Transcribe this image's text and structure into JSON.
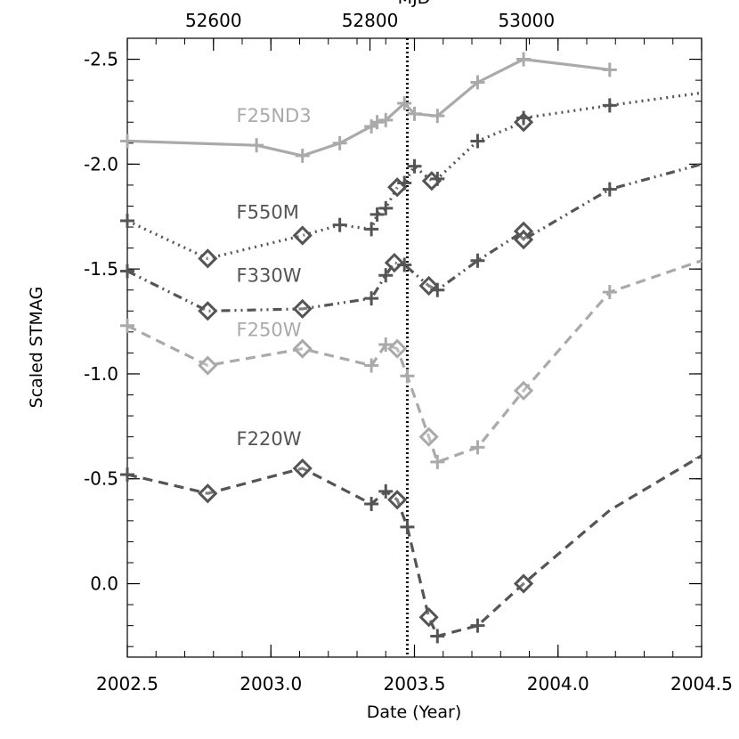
{
  "chart_data": {
    "type": "line",
    "title": "",
    "xlabel": "Date (Year)",
    "ylabel": "Scaled STMAG",
    "x2label": "MJD",
    "xlim": [
      2002.5,
      2004.5
    ],
    "ylim": [
      0.35,
      -2.6
    ],
    "xticks": [
      2002.5,
      2003.0,
      2003.5,
      2004.0,
      2004.5
    ],
    "xtick_labels": [
      "2002.5",
      "2003.0",
      "2003.5",
      "2004.0",
      "2004.5"
    ],
    "yticks": [
      0.0,
      -0.5,
      -1.0,
      -1.5,
      -2.0,
      -2.5
    ],
    "ytick_labels": [
      "0.0",
      "-0.5",
      "-1.0",
      "-1.5",
      "-2.0",
      "-2.5"
    ],
    "x2ticks": [
      2002.8,
      2003.345,
      2003.89
    ],
    "x2tick_labels": [
      "52600",
      "52800",
      "53000"
    ],
    "vline_x": 2003.475,
    "grid": false,
    "series": [
      {
        "name": "F25ND3",
        "color": "#aaaaaa",
        "dash": "solid",
        "label_x": 2002.88,
        "label_y": -2.2,
        "points": [
          {
            "x": 2002.5,
            "y": -2.11,
            "m": "plus"
          },
          {
            "x": 2002.95,
            "y": -2.09,
            "m": "plus"
          },
          {
            "x": 2003.11,
            "y": -2.04,
            "m": "plus"
          },
          {
            "x": 2003.24,
            "y": -2.1,
            "m": "plus"
          },
          {
            "x": 2003.35,
            "y": -2.18,
            "m": "plus"
          },
          {
            "x": 2003.37,
            "y": -2.2,
            "m": "plus"
          },
          {
            "x": 2003.4,
            "y": -2.21,
            "m": "plus"
          },
          {
            "x": 2003.465,
            "y": -2.29,
            "m": "plus"
          },
          {
            "x": 2003.5,
            "y": -2.24,
            "m": "plus"
          },
          {
            "x": 2003.58,
            "y": -2.23,
            "m": "plus"
          },
          {
            "x": 2003.72,
            "y": -2.39,
            "m": "plus"
          },
          {
            "x": 2003.88,
            "y": -2.5,
            "m": "plus"
          },
          {
            "x": 2004.18,
            "y": -2.45,
            "m": "plus"
          }
        ]
      },
      {
        "name": "F550M",
        "color": "#555555",
        "dash": "dotted",
        "label_x": 2002.88,
        "label_y": -1.74,
        "points": [
          {
            "x": 2002.5,
            "y": -1.73,
            "m": "plus"
          },
          {
            "x": 2002.78,
            "y": -1.55,
            "m": "diamond"
          },
          {
            "x": 2003.11,
            "y": -1.66,
            "m": "diamond"
          },
          {
            "x": 2003.24,
            "y": -1.71,
            "m": "plus"
          },
          {
            "x": 2003.35,
            "y": -1.69,
            "m": "plus"
          },
          {
            "x": 2003.37,
            "y": -1.76,
            "m": "plus"
          },
          {
            "x": 2003.4,
            "y": -1.79,
            "m": "plus"
          },
          {
            "x": 2003.44,
            "y": -1.89,
            "m": "diamond"
          },
          {
            "x": 2003.465,
            "y": -1.91,
            "m": "plus"
          },
          {
            "x": 2003.5,
            "y": -1.99,
            "m": "plus"
          },
          {
            "x": 2003.56,
            "y": -1.92,
            "m": "diamond"
          },
          {
            "x": 2003.58,
            "y": -1.93,
            "m": "plus"
          },
          {
            "x": 2003.72,
            "y": -2.11,
            "m": "plus"
          },
          {
            "x": 2003.88,
            "y": -2.2,
            "m": "diamond"
          },
          {
            "x": 2003.88,
            "y": -2.22,
            "m": "plus"
          },
          {
            "x": 2004.18,
            "y": -2.28,
            "m": "plus"
          },
          {
            "x": 2004.5,
            "y": -2.34,
            "m": "none"
          }
        ]
      },
      {
        "name": "F330W",
        "color": "#555555",
        "dash": "dashdotdot",
        "label_x": 2002.88,
        "label_y": -1.44,
        "points": [
          {
            "x": 2002.5,
            "y": -1.49,
            "m": "plus"
          },
          {
            "x": 2002.78,
            "y": -1.3,
            "m": "diamond"
          },
          {
            "x": 2003.11,
            "y": -1.31,
            "m": "diamond"
          },
          {
            "x": 2003.35,
            "y": -1.36,
            "m": "plus"
          },
          {
            "x": 2003.4,
            "y": -1.47,
            "m": "plus"
          },
          {
            "x": 2003.43,
            "y": -1.53,
            "m": "diamond"
          },
          {
            "x": 2003.465,
            "y": -1.52,
            "m": "plus"
          },
          {
            "x": 2003.55,
            "y": -1.42,
            "m": "diamond"
          },
          {
            "x": 2003.58,
            "y": -1.4,
            "m": "plus"
          },
          {
            "x": 2003.72,
            "y": -1.54,
            "m": "plus"
          },
          {
            "x": 2003.88,
            "y": -1.68,
            "m": "diamond"
          },
          {
            "x": 2003.88,
            "y": -1.64,
            "m": "diamond"
          },
          {
            "x": 2004.18,
            "y": -1.88,
            "m": "plus"
          },
          {
            "x": 2004.5,
            "y": -2.0,
            "m": "none"
          }
        ]
      },
      {
        "name": "F250W",
        "color": "#aaaaaa",
        "dash": "dashed",
        "label_x": 2002.88,
        "label_y": -1.18,
        "points": [
          {
            "x": 2002.5,
            "y": -1.23,
            "m": "plus"
          },
          {
            "x": 2002.78,
            "y": -1.04,
            "m": "diamond"
          },
          {
            "x": 2003.11,
            "y": -1.12,
            "m": "diamond"
          },
          {
            "x": 2003.35,
            "y": -1.04,
            "m": "plus"
          },
          {
            "x": 2003.4,
            "y": -1.14,
            "m": "plus"
          },
          {
            "x": 2003.44,
            "y": -1.12,
            "m": "diamond"
          },
          {
            "x": 2003.475,
            "y": -0.99,
            "m": "plus"
          },
          {
            "x": 2003.55,
            "y": -0.7,
            "m": "diamond"
          },
          {
            "x": 2003.58,
            "y": -0.58,
            "m": "plus"
          },
          {
            "x": 2003.72,
            "y": -0.65,
            "m": "plus"
          },
          {
            "x": 2003.88,
            "y": -0.92,
            "m": "diamond"
          },
          {
            "x": 2004.18,
            "y": -1.39,
            "m": "plus"
          },
          {
            "x": 2004.5,
            "y": -1.54,
            "m": "none"
          }
        ]
      },
      {
        "name": "F220W",
        "color": "#555555",
        "dash": "dashed",
        "label_x": 2002.88,
        "label_y": -0.66,
        "points": [
          {
            "x": 2002.5,
            "y": -0.52,
            "m": "plus"
          },
          {
            "x": 2002.78,
            "y": -0.43,
            "m": "diamond"
          },
          {
            "x": 2003.11,
            "y": -0.55,
            "m": "diamond"
          },
          {
            "x": 2003.35,
            "y": -0.38,
            "m": "plus"
          },
          {
            "x": 2003.4,
            "y": -0.44,
            "m": "plus"
          },
          {
            "x": 2003.44,
            "y": -0.4,
            "m": "diamond"
          },
          {
            "x": 2003.475,
            "y": -0.27,
            "m": "plus"
          },
          {
            "x": 2003.55,
            "y": 0.16,
            "m": "diamond"
          },
          {
            "x": 2003.58,
            "y": 0.25,
            "m": "plus"
          },
          {
            "x": 2003.72,
            "y": 0.2,
            "m": "plus"
          },
          {
            "x": 2003.88,
            "y": 0.0,
            "m": "diamond"
          },
          {
            "x": 2004.18,
            "y": -0.35,
            "m": "none"
          },
          {
            "x": 2004.5,
            "y": -0.61,
            "m": "none"
          }
        ]
      }
    ]
  }
}
